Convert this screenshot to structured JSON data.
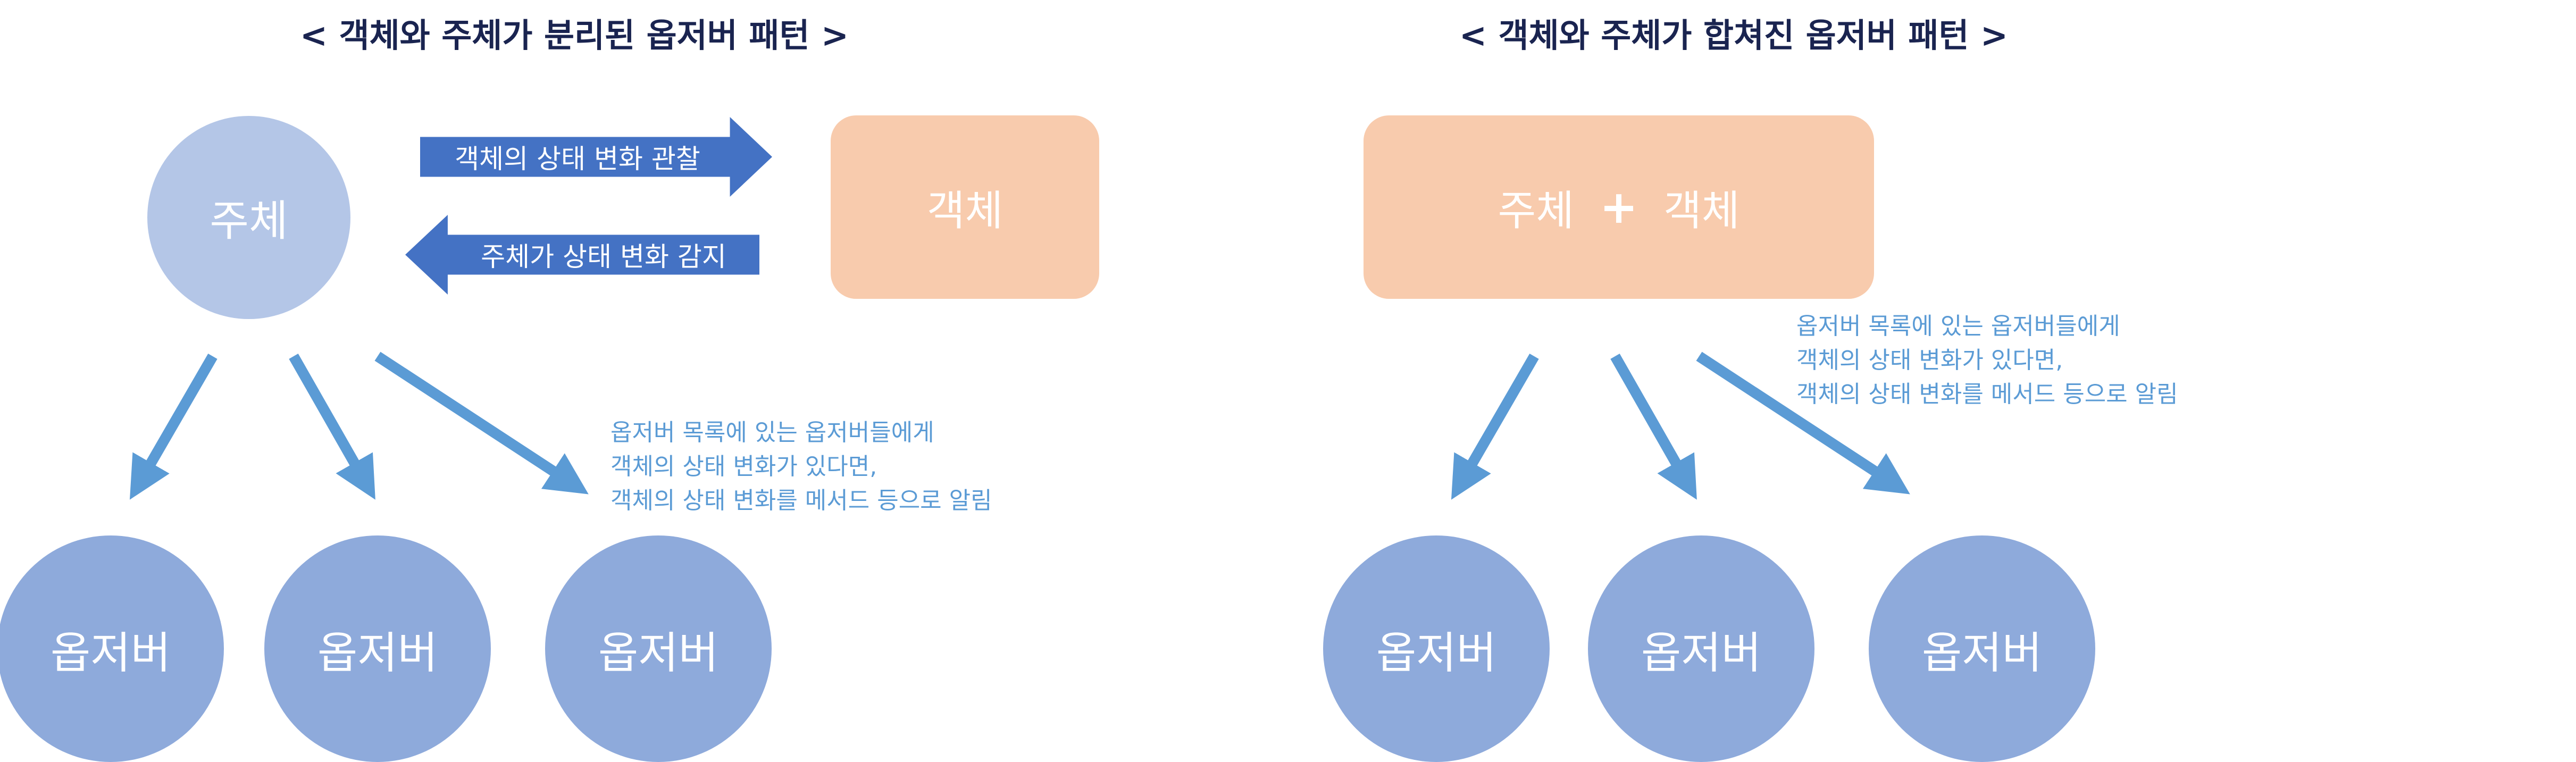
{
  "titles": {
    "separated": "< 객체와 주체가 분리된 옵저버 패턴 >",
    "combined": "< 객체와 주체가 합쳐진 옵저버 패턴 >"
  },
  "left_diagram": {
    "subject": "주체",
    "object": "객체",
    "arrow_observe": "객체의 상태 변화 관찰",
    "arrow_detect": "주체가 상태 변화 감지",
    "note": [
      "옵저버 목록에 있는 옵저버들에게",
      "객체의 상태 변화가 있다면,",
      "객체의 상태 변화를 메서드 등으로 알림"
    ],
    "observers": [
      "옵저버",
      "옵저버",
      "옵저버"
    ]
  },
  "right_diagram": {
    "subject": "주체",
    "plus": "+",
    "object": "객체",
    "note": [
      "옵저버 목록에 있는 옵저버들에게",
      "객체의 상태 변화가 있다면,",
      "객체의 상태 변화를 메서드 등으로 알림"
    ],
    "observers": [
      "옵저버",
      "옵저버",
      "옵저버"
    ]
  },
  "colors": {
    "title": "#1a2450",
    "subject_fill": "#b4c6e7",
    "observer_fill": "#8eaadb",
    "object_fill": "#f8cbad",
    "block_arrow": "#4472c4",
    "line_arrow": "#5b9bd5",
    "note_text": "#5b9bd5"
  }
}
